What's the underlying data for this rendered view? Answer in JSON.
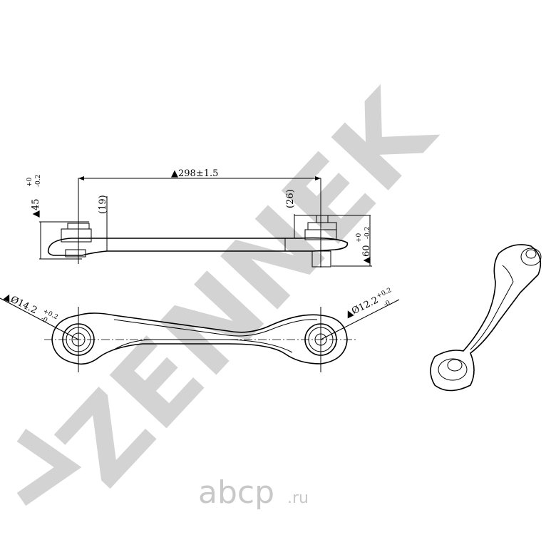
{
  "watermark": {
    "text": "ZENNEK",
    "color": "#d3d3d3"
  },
  "logo": {
    "main": "abcp",
    "suffix": ".ru"
  },
  "dimensions": {
    "length": "298±1.5",
    "height_left": "45",
    "height_left_tol_upper": "+0",
    "height_left_tol_lower": "-0.2",
    "height_right": "60",
    "height_right_tol_upper": "+0",
    "height_right_tol_lower": "-0.2",
    "offset_left": "(19)",
    "offset_right": "(26)",
    "bore_left": "Ø14.2",
    "bore_left_tol_upper": "+0.2",
    "bore_left_tol_lower": "-0",
    "bore_right": "Ø12.2",
    "bore_right_tol_upper": "+0.2",
    "bore_right_tol_lower": "-0"
  }
}
